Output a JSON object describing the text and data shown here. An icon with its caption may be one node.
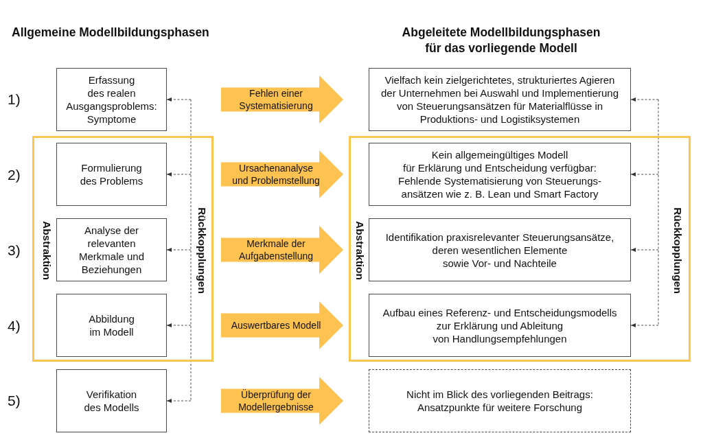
{
  "diagram": {
    "nodes": [
      {
        "text": [
          "Erfassung des realen Ausgangsproblems: Symptome"
        ]
      },
      {
        "text": [
          "Vielfach kein zielgerichtetes, strukturiertes Agieren der Unternehmen bei Auswahl und Implementierung von Steuerungsansätzen für Materialflüsse in Produktions- und Logistiksystemen"
        ]
      },
      {
        "text": [
          "Abstraktion",
          "Rückkopplungen"
        ]
      },
      {
        "text": [
          "Formulierung des Problems"
        ],
        "in": 2
      },
      {
        "text": [
          "Analyse der relevanten Merkmale und Beziehungen"
        ],
        "in": 2
      },
      {
        "text": [
          "Abbildung im Modell"
        ],
        "in": 2
      },
      {
        "text": [
          "Abstraktion",
          "Rückkopplungen"
        ]
      },
      {
        "text": [
          "Kein allgemeingültiges Modell für Erklärung und Entscheidung verfügbar: Fehlende Systematisierung von Steuerungs- ansätzen wie z. B. Lean und Smart Factory"
        ],
        "in": 6
      },
      {
        "text": [
          "Identifikation praxisrelevanter Steuerungsansätze, deren wesentlichen Elemente sowie Vor- und Nachteile"
        ],
        "in": 6
      },
      {
        "text": [
          "Aufbau eines Referenz- und Entscheidungsmodells zur Erklärung und Ableitung von Handlungsempfehlungen"
        ],
        "in": 6
      },
      {
        "text": [
          "Verifikation des Modells"
        ]
      },
      {
        "text": [
          "Nicht im Blick des vorliegenden Beitrags: Ansatzpunkte für weitere Forschung"
        ]
      }
    ],
    "edges": [
      {
        "from": 0,
        "to": 1,
        "arrow": "to",
        "label": "Fehlen einer Systematisierung",
        "style": "thick",
        "color": "#fdc24f"
      },
      {
        "from": 3,
        "to": 7,
        "arrow": "to",
        "label": "Ursachenanalyse und Problemstellung",
        "style": "thick",
        "color": "#fdc24f"
      },
      {
        "from": 4,
        "to": 8,
        "arrow": "to",
        "label": "Merkmale der Aufgabenstellung",
        "style": "thick",
        "color": "#fdc24f"
      },
      {
        "from": 5,
        "to": 9,
        "arrow": "to",
        "label": "Auswertbares Modell",
        "style": "thick",
        "color": "#fdc24f"
      },
      {
        "from": 10,
        "to": 11,
        "arrow": "to",
        "label": "Überprüfung der Modellergebnisse",
        "style": "thick",
        "color": "#fdc24f"
      },
      {
        "from": null,
        "to": 0,
        "arrow": "to",
        "style": "dashed"
      },
      {
        "from": null,
        "to": 3,
        "arrow": "to",
        "style": "dashed"
      },
      {
        "from": null,
        "to": 4,
        "arrow": "to",
        "style": "dashed"
      },
      {
        "from": null,
        "to": 5,
        "arrow": "to",
        "style": "dashed"
      },
      {
        "from": null,
        "to": 10,
        "arrow": "to",
        "style": "dashed"
      },
      {
        "from": null,
        "to": 1,
        "arrow": "to",
        "style": "dashed"
      },
      {
        "from": null,
        "to": 7,
        "arrow": "to",
        "style": "dashed"
      },
      {
        "from": null,
        "to": 8,
        "arrow": "to",
        "style": "dashed"
      },
      {
        "from": null,
        "to": 9,
        "arrow": "to",
        "style": "dashed"
      }
    ],
    "labels": [
      "Allgemeine Modellbildungsphasen",
      "Abgeleitete Modellbildungsphasen für das vorliegende Modell",
      "1)",
      "2)",
      "3)",
      "4)",
      "5)"
    ]
  }
}
